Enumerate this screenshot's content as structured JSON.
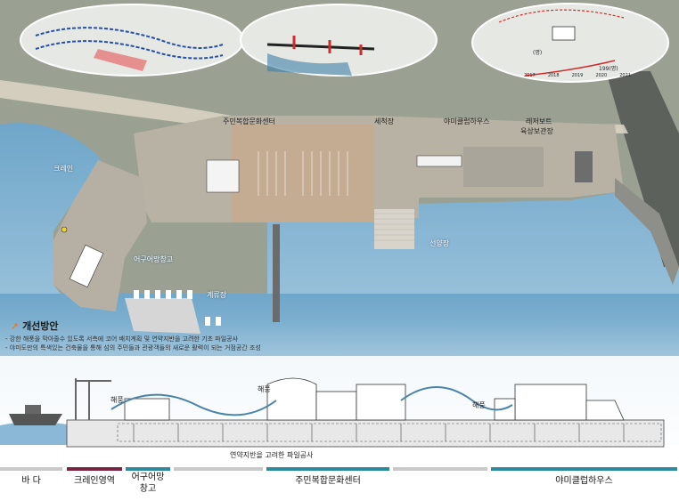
{
  "site_labels": {
    "crane": "크레인",
    "complex_center": "주민복합문화센터",
    "washing_area": "세척장",
    "yachtclub_house": "야미클럽하우스",
    "leisure_boat": "레저보트",
    "land_storage": "육상보관장",
    "fishing_net_storage": "어구어망창고",
    "mooring": "계류장",
    "landing_area": "선양장"
  },
  "improvement": {
    "title": "개선방안",
    "items": [
      "- 강한 해풍을 막아줄수 있도록 서측에 코어 배치계획 및 연약지반을 고려한 기초 파일공사",
      "- 야미도만의 특색있는 건축물을 통해 섬의 주민들과 관광객들의 새로운 활력이 되는 거점공간 조성"
    ]
  },
  "section": {
    "wind_labels": [
      "해풍",
      "해풍",
      "해풍"
    ],
    "pile_note": "연약지반을 고려한 파일공사"
  },
  "mini_chart": {
    "unit": "(명)",
    "legend": "199(명)",
    "years": [
      "2017",
      "2018",
      "2019",
      "2020",
      "2021"
    ]
  },
  "zones": [
    {
      "label": "바 다",
      "color": "#c9c9c9"
    },
    {
      "label": "크레인영역",
      "color": "#7a2442"
    },
    {
      "label": "어구어망\n창고",
      "color": "#2f8aa0"
    },
    {
      "label": "",
      "color": "#c9c9c9"
    },
    {
      "label": "주민복합문화센터",
      "color": "#2f8aa0"
    },
    {
      "label": "",
      "color": "#c9c9c9"
    },
    {
      "label": "야미클럽하우스",
      "color": "#2f8aa0"
    }
  ]
}
